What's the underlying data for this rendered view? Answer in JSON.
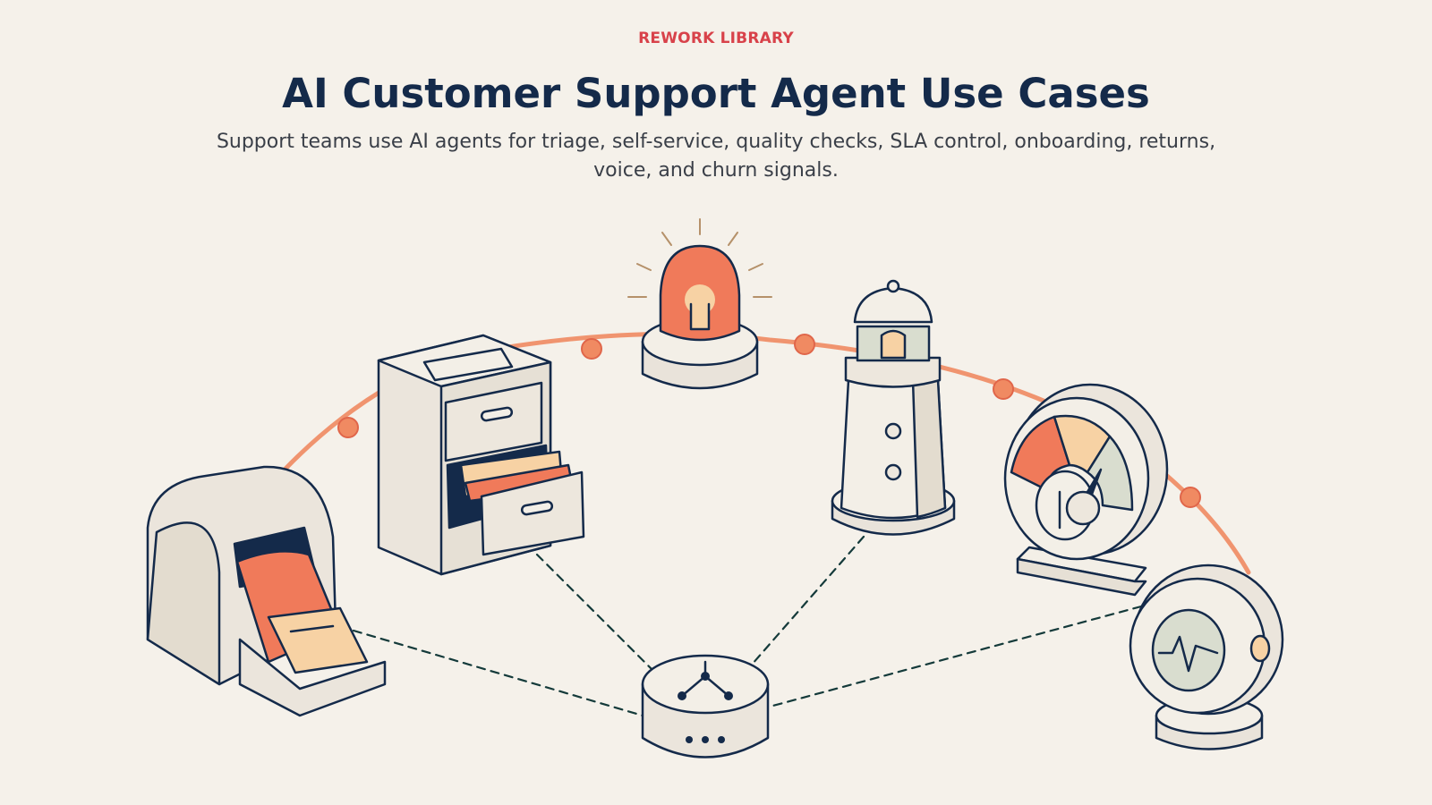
{
  "header": {
    "eyebrow": "REWORK LIBRARY",
    "title": "AI Customer Support Agent Use Cases",
    "subtitle": "Support teams use AI agents for triage, self-service, quality checks, SLA control, onboarding, returns, voice, and churn signals."
  },
  "colors": {
    "background": "#f5f1ea",
    "accent": "#d8424a",
    "navy": "#142a4a",
    "coral": "#f07a5a",
    "arc": "#f08a62",
    "peach": "#f7d2a4",
    "sage": "#d9ddcf",
    "cream": "#f3efe7"
  },
  "illustration": {
    "hub_icon": "network-hub-icon",
    "objects": [
      "ticket-printer-icon",
      "filing-cabinet-icon",
      "alarm-siren-icon",
      "lighthouse-icon",
      "sentiment-gauge-icon",
      "health-monitor-icon"
    ]
  }
}
